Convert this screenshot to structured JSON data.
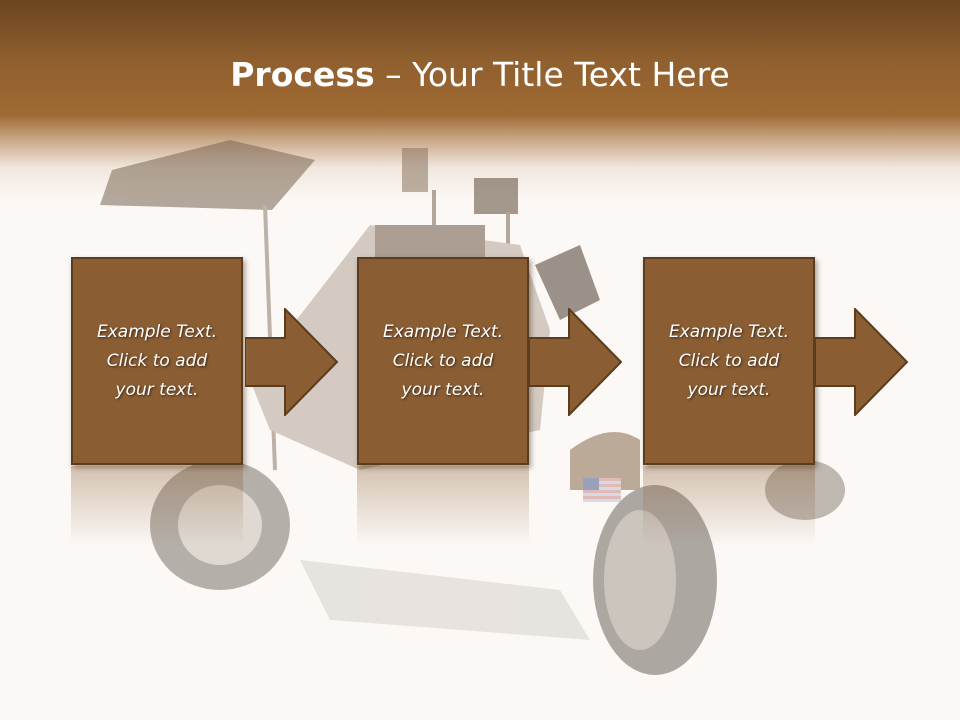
{
  "slide": {
    "title_bold": "Process",
    "title_rest": " – Your Title Text Here"
  },
  "steps": [
    {
      "line1": "Example Text.",
      "line2": "Click  to add",
      "line3": "your text."
    },
    {
      "line1": "Example Text.",
      "line2": "Click  to add",
      "line3": "your text."
    },
    {
      "line1": "Example Text.",
      "line2": "Click  to add",
      "line3": "your text."
    }
  ],
  "colors": {
    "header": "#9a6632",
    "box_fill": "#8a5d33",
    "box_border": "#5a3c1e",
    "text": "#ffffff",
    "background": "#fbf8f5"
  },
  "icons": [
    "lunar-rover-picture",
    "right-arrow-icon"
  ]
}
